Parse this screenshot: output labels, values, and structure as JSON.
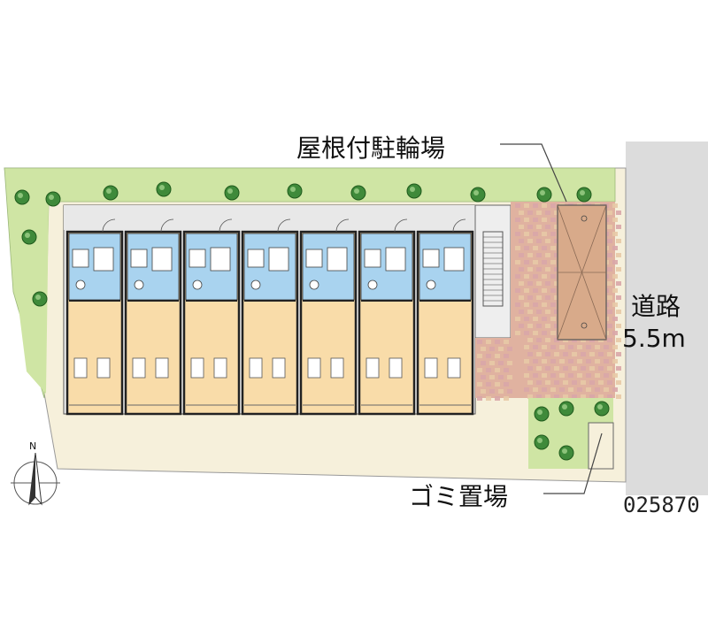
{
  "labels": {
    "parking": "屋根付駐輪場",
    "road_name": "道路",
    "road_width": "5.5m",
    "garbage": "ゴミ置場",
    "map_code": "025870"
  },
  "compass": {
    "letter": "N"
  },
  "units": [
    {
      "id": 1
    },
    {
      "id": 2
    },
    {
      "id": 3
    },
    {
      "id": 4
    },
    {
      "id": 5
    },
    {
      "id": 6
    },
    {
      "id": 7
    }
  ],
  "colors": {
    "lawn": "#cfe5a4",
    "site": "#f6f0db",
    "road": "#dcdcdc",
    "room_floor": "#f9dca9",
    "wet_area": "#a9d3ef",
    "paving_a": "#d9a6a8",
    "paving_b": "#e8c9a6",
    "tree": "#3f8a3a"
  }
}
